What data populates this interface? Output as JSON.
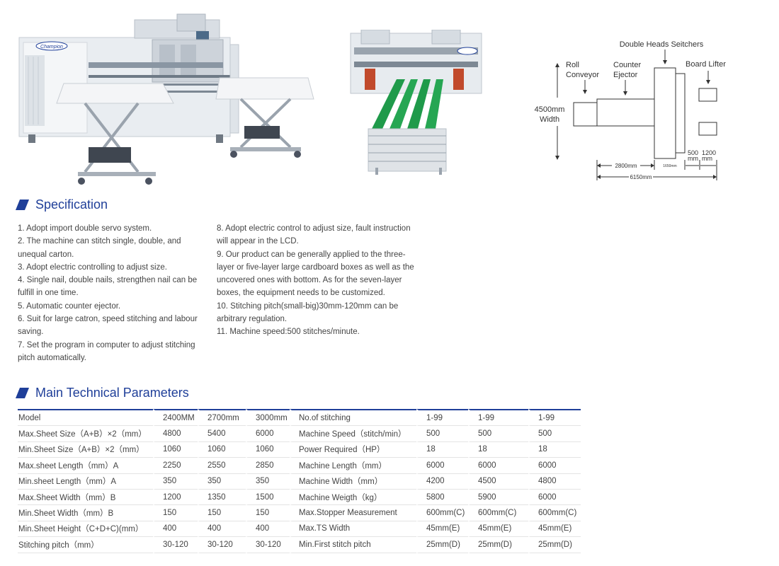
{
  "images": {
    "machine_photo_logo": "Champion"
  },
  "diagram": {
    "label_double_heads": "Double Heads Seitchers",
    "label_roll_1": "Roll",
    "label_roll_2": "Conveyor",
    "label_counter_1": "Counter",
    "label_counter_2": "Ejector",
    "label_board_lifter": "Board Lifter",
    "label_width_1": "4500mm",
    "label_width_2": "Width",
    "dim_500_1": "500",
    "dim_500_2": "mm",
    "dim_1200_1": "1200",
    "dim_1200_2": "mm",
    "dim_2800": "2800mm",
    "dim_1650": "1650mm",
    "dim_6150": "6150mm"
  },
  "specification": {
    "title": "Specification",
    "left": [
      "1. Adopt import double servo system.",
      "2. The machine can stitch single, double, and unequal carton.",
      "3. Adopt electric controlling to adjust size.",
      "4. Single nail, double nails, strengthen nail can be fulfill in one time.",
      "5. Automatic counter ejector.",
      "6. Suit for large catron, speed stitching and labour saving.",
      "7. Set the program in computer to adjust stitching pitch automatically."
    ],
    "right": [
      "8. Adopt electric control to adjust size, fault instruction will appear in the LCD.",
      "9. Our product can be generally applied to the three-layer or five-layer large cardboard boxes as well as the uncovered ones with bottom. As for the seven-layer boxes, the equipment needs to be customized.",
      "10. Stitching pitch(small-big)30mm-120mm can be arbitrary regulation.",
      "11. Machine speed:500 stitches/minute."
    ]
  },
  "parameters": {
    "title": "Main Technical Parameters",
    "rows": [
      [
        "Model",
        "2400MM",
        "2700mm",
        "3000mm",
        "No.of stitching",
        "1-99",
        "1-99",
        "1-99"
      ],
      [
        "Max.Sheet Size（A+B）×2（mm）",
        "4800",
        "5400",
        "6000",
        "Machine Speed（stitch/min）",
        "500",
        "500",
        "500"
      ],
      [
        "Min.Sheet Size（A+B）×2（mm）",
        "1060",
        "1060",
        "1060",
        "Power Required（HP）",
        "18",
        "18",
        "18"
      ],
      [
        "Max.sheet Length（mm）A",
        "2250",
        "2550",
        "2850",
        "Machine Length（mm）",
        "6000",
        "6000",
        "6000"
      ],
      [
        "Min.sheet Length（mm）A",
        "350",
        "350",
        "350",
        "Machine Width（mm）",
        "4200",
        "4500",
        "4800"
      ],
      [
        "Max.Sheet Width（mm）B",
        "1200",
        "1350",
        "1500",
        "Machine Weigth（kg）",
        "5800",
        "5900",
        "6000"
      ],
      [
        "Min.Sheet Width（mm）B",
        "150",
        "150",
        "150",
        "Max.Stopper Measurement",
        "600mm(C)",
        "600mm(C)",
        "600mm(C)"
      ],
      [
        "Min.Sheet Height（C+D+C)(mm）",
        "400",
        "400",
        "400",
        "Max.TS Width",
        "45mm(E)",
        "45mm(E)",
        "45mm(E)"
      ],
      [
        "Stitching pitch（mm）",
        "30-120",
        "30-120",
        "30-120",
        "Min.First stitch pitch",
        "25mm(D)",
        "25mm(D)",
        "25mm(D)"
      ]
    ]
  },
  "colors": {
    "accent": "#1f3f99",
    "machine_green": "#1f9a4a"
  }
}
